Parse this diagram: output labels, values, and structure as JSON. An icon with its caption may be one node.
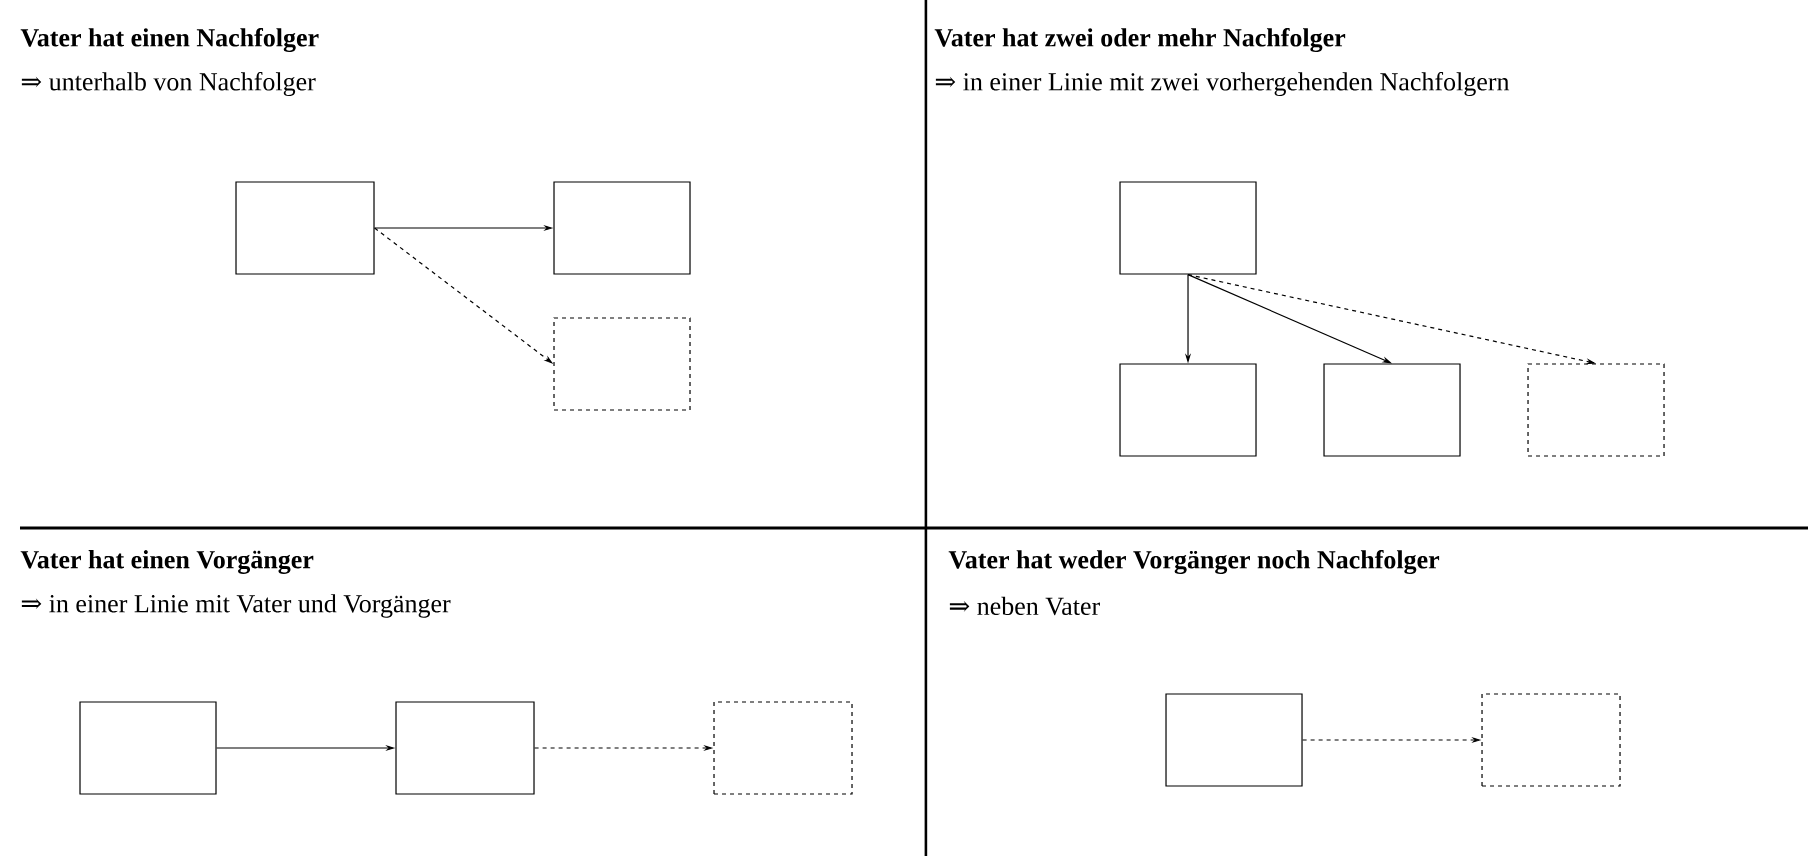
{
  "diagram": {
    "nodes": [
      {
        "text": [],
        "shape": "box"
      },
      {
        "text": [],
        "shape": "box"
      },
      {
        "text": [],
        "shape": "box"
      },
      {
        "text": [],
        "shape": "box"
      },
      {
        "text": [],
        "shape": "box"
      },
      {
        "text": [],
        "shape": "box"
      },
      {
        "text": [],
        "shape": "box"
      },
      {
        "text": [],
        "shape": "box"
      },
      {
        "text": [],
        "shape": "box"
      },
      {
        "text": [],
        "shape": "box"
      },
      {
        "text": [],
        "shape": "box"
      },
      {
        "text": [],
        "shape": "box"
      }
    ],
    "edges": [
      {
        "from": 0,
        "to": 1,
        "arrow": "to"
      },
      {
        "from": 0,
        "to": 2,
        "arrow": "to",
        "style": "dashed"
      },
      {
        "from": 3,
        "to": 4,
        "arrow": "to"
      },
      {
        "from": 3,
        "to": 5,
        "arrow": "to"
      },
      {
        "from": 3,
        "to": 6,
        "arrow": "to",
        "style": "dashed"
      },
      {
        "from": 7,
        "to": 8,
        "arrow": "to"
      },
      {
        "from": 8,
        "to": 9,
        "arrow": "to",
        "style": "dashed"
      },
      {
        "from": 10,
        "to": 11,
        "arrow": "to",
        "style": "dashed"
      }
    ],
    "labels": [
      "Vater hat einen Nachfolger",
      "⇒ unterhalb von Nachfolger",
      "Vater hat zwei oder mehr Nachfolger",
      "⇒ in einer Linie mit zwei vorhergehenden Nachfolgern",
      "Vater hat einen Vorgänger",
      "⇒ in einer Linie mit Vater und Vorgänger",
      "Vater hat weder Vorgänger noch Nachfolger",
      "⇒ neben Vater"
    ]
  }
}
